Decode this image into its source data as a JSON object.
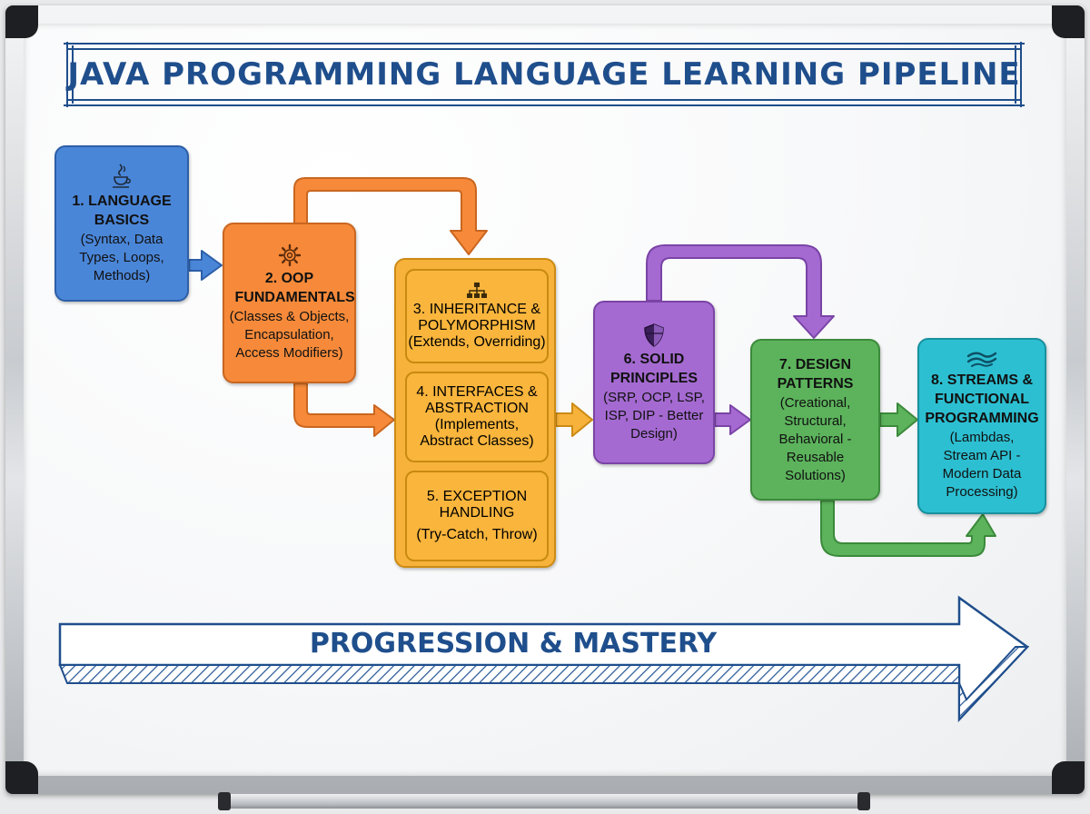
{
  "title": "JAVA PROGRAMMING LANGUAGE LEARNING PIPELINE",
  "progress_label": "PROGRESSION & MASTERY",
  "steps": [
    {
      "heading": "1. LANGUAGE BASICS",
      "detail": "(Syntax, Data Types, Loops, Methods)",
      "icon": "java-cup-icon",
      "color": "#4a86d8"
    },
    {
      "heading": "2. OOP FUNDAMENTALS",
      "detail": "(Classes & Objects, Encapsulation, Access Modifiers)",
      "icon": "gear-icon",
      "color": "#f68a3a"
    },
    {
      "heading": "3. INHERITANCE & POLYMORPHISM",
      "detail": "(Extends, Overriding)",
      "icon": "hierarchy-icon",
      "color": "#f7b23b"
    },
    {
      "heading": "4. INTERFACES & ABSTRACTION",
      "detail": "(Implements, Abstract Classes)",
      "color": "#f7b23b"
    },
    {
      "heading": "5. EXCEPTION HANDLING",
      "detail": "(Try-Catch, Throw)",
      "color": "#f7b23b"
    },
    {
      "heading": "6. SOLID PRINCIPLES",
      "detail": "(SRP, OCP, LSP, ISP, DIP - Better Design)",
      "icon": "shield-icon",
      "color": "#a46ad1"
    },
    {
      "heading": "7. DESIGN PATTERNS",
      "detail": "(Creational, Structural, Behavioral - Reusable Solutions)",
      "color": "#5cb35c"
    },
    {
      "heading": "8. STREAMS & FUNCTIONAL PROGRAMMING",
      "detail": "(Lambdas, Stream API - Modern Data Processing)",
      "icon": "stream-waves-icon",
      "color": "#2cbfd1"
    }
  ]
}
